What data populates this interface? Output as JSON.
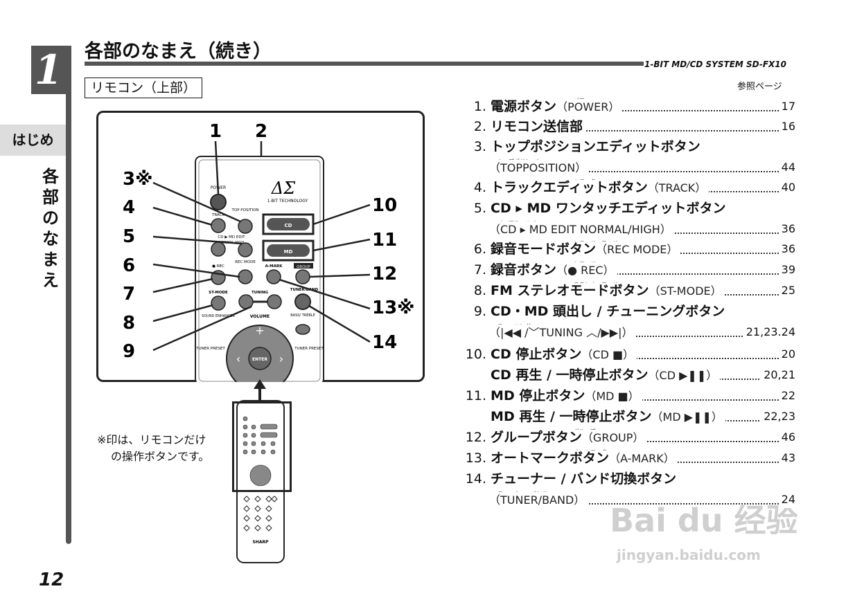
{
  "chapter": {
    "number": "1",
    "tab": "はじめ",
    "side_title": "各部のなまえ"
  },
  "header": {
    "title": "各部のなまえ（続き）",
    "series": "1-BIT MD/CD SYSTEM  SD-FX10",
    "section": "リモコン（上部）",
    "ref_header": "参照ページ"
  },
  "items": [
    {
      "num": "1.",
      "name": "電源ボタン",
      "paren": "（POWER）",
      "page": "17",
      "ruby": "パワー"
    },
    {
      "num": "2.",
      "name": "リモコン送信部",
      "paren": "",
      "page": "16"
    },
    {
      "num": "3.",
      "name": "トップポジションエディットボタン",
      "paren": "",
      "page": "",
      "line2": "（TOPPOSITION）",
      "page2": "44",
      "ruby": "トップポジション"
    },
    {
      "num": "4.",
      "name": "トラックエディットボタン",
      "paren": "（TRACK）",
      "page": "40",
      "ruby": "トラック"
    },
    {
      "num": "5.",
      "name": "CD ▸ MD ワンタッチエディットボタン",
      "paren": "",
      "page": "",
      "line2": "（CD ▸ MD EDIT NORMAL/HIGH）",
      "page2": "36",
      "ruby": "ノーマル　ハイ"
    },
    {
      "num": "6.",
      "name": "録音モードボタン",
      "paren": "（REC MODE）",
      "page": "36",
      "ruby": "レコード　モード"
    },
    {
      "num": "7.",
      "name": "録音ボタン",
      "paren": "（● REC）",
      "page": "39",
      "ruby": "レコード"
    },
    {
      "num": "8.",
      "name": "FM ステレオモードボタン",
      "paren": "（ST-MODE）",
      "page": "25",
      "ruby": "ステレオ　モード"
    },
    {
      "num": "9.",
      "name": "CD・MD 頭出し / チューニングボタン",
      "paren": "",
      "page": "",
      "line2": "（|◀◀ /﹀TUNING ︿/▶▶|）",
      "page2": "21,23.24",
      "ruby": "チューニング"
    },
    {
      "num": "10.",
      "name": "CD 停止ボタン",
      "paren": "（CD ■）",
      "page": "20"
    },
    {
      "num": "",
      "name": "CD 再生 / 一時停止ボタン",
      "paren": "（CD ▶❚❚）",
      "page": "20,21"
    },
    {
      "num": "11.",
      "name": "MD 停止ボタン",
      "paren": "（MD ■）",
      "page": "22"
    },
    {
      "num": "",
      "name": "MD 再生 / 一時停止ボタン",
      "paren": "（MD ▶❚❚）",
      "page": "22,23"
    },
    {
      "num": "12.",
      "name": "グループボタン",
      "paren": "（GROUP）",
      "page": "46",
      "ruby": "グループ"
    },
    {
      "num": "13.",
      "name": "オートマークボタン",
      "paren": "（A-MARK）",
      "page": "43",
      "ruby": "オートマーク"
    },
    {
      "num": "14.",
      "name": "チューナー / バンド切換ボタン",
      "paren": "",
      "page": "",
      "line2": "（TUNER/BAND）",
      "page2": "24",
      "ruby": "チューナー　バンド"
    }
  ],
  "remote": {
    "brand": "ΔΣ",
    "brand_sub": "1-BIT TECHNOLOGY",
    "keys": {
      "power": "POWER",
      "top_position": "TOP POSITION",
      "track": "TRACK",
      "edit": "CD ▶ MD EDIT",
      "normal_high": "NORMAL HIGH",
      "rec": "● REC",
      "rec_mode": "REC MODE",
      "a_mark": "A-MARK",
      "group": "GROUP",
      "st_mode": "ST-MODE",
      "tuning": "TUNING",
      "tuner_band": "TUNER/BAND",
      "sound_enhancer": "SOUND ENHANCER",
      "bass_treble": "BASS/ TREBLE",
      "volume": "VOLUME",
      "enter": "ENTER",
      "tuner_preset": "TUNER PRESET",
      "cd": "CD",
      "md": "MD"
    },
    "callouts": [
      "1",
      "2",
      "3※",
      "4",
      "5",
      "6",
      "7",
      "8",
      "9",
      "10",
      "11",
      "12",
      "13※",
      "14"
    ],
    "small_brand": "SHARP"
  },
  "note": {
    "line1": "※印は、リモコンだけ",
    "line2": "の操作ボタンです。"
  },
  "page_number": "12",
  "watermark": {
    "main": "Bai du 经验",
    "url": "jingyan.baidu.com"
  }
}
